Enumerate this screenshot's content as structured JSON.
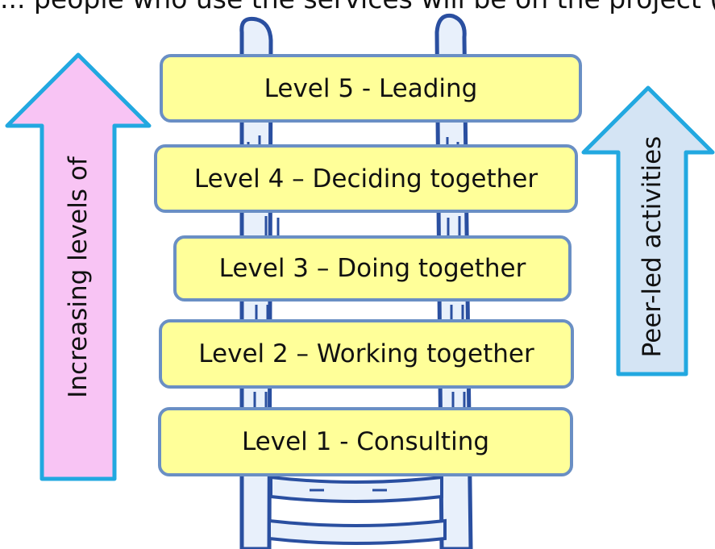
{
  "top_text": "... people who use the services will be on the project (some)",
  "levels": [
    {
      "label": "Level 5 - Leading"
    },
    {
      "label": "Level 4 – Deciding together"
    },
    {
      "label": "Level 3 – Doing together"
    },
    {
      "label": "Level 2 – Working together"
    },
    {
      "label": "Level 1 - Consulting"
    }
  ],
  "left_arrow": {
    "label": "Increasing levels of",
    "fill": "#f8c4f4",
    "stroke": "#22a8e0"
  },
  "right_arrow": {
    "label": "Peer-led activities",
    "fill": "#d4e4f4",
    "stroke": "#22a8e0"
  },
  "colors": {
    "box_fill": "#ffff99",
    "box_border": "#6a8fc4",
    "ladder_stroke": "#2a4fa0",
    "ladder_fill": "#e8f0fb"
  }
}
